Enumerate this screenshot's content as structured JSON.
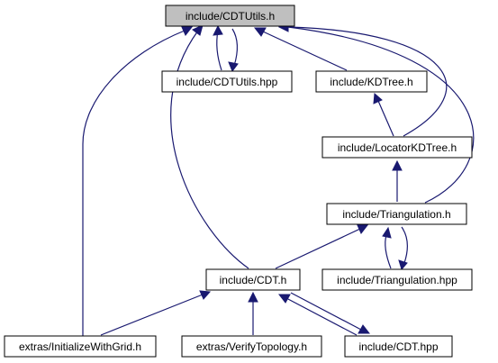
{
  "diagram": {
    "nodes": [
      {
        "id": "cdtutils_h",
        "label": "include/CDTUtils.h",
        "highlighted": true
      },
      {
        "id": "cdtutils_hpp",
        "label": "include/CDTUtils.hpp",
        "highlighted": false
      },
      {
        "id": "kdtree_h",
        "label": "include/KDTree.h",
        "highlighted": false
      },
      {
        "id": "locatorkdtree_h",
        "label": "include/LocatorKDTree.h",
        "highlighted": false
      },
      {
        "id": "triangulation_h",
        "label": "include/Triangulation.h",
        "highlighted": false
      },
      {
        "id": "cdt_h",
        "label": "include/CDT.h",
        "highlighted": false
      },
      {
        "id": "triangulation_hpp",
        "label": "include/Triangulation.hpp",
        "highlighted": false
      },
      {
        "id": "initializewithgrid_h",
        "label": "extras/InitializeWithGrid.h",
        "highlighted": false
      },
      {
        "id": "verifytopology_h",
        "label": "extras/VerifyTopology.h",
        "highlighted": false
      },
      {
        "id": "cdt_hpp",
        "label": "include/CDT.hpp",
        "highlighted": false
      }
    ],
    "edges": [
      {
        "from": "cdtutils_hpp",
        "to": "cdtutils_h"
      },
      {
        "from": "cdtutils_h",
        "to": "cdtutils_hpp"
      },
      {
        "from": "kdtree_h",
        "to": "cdtutils_h"
      },
      {
        "from": "locatorkdtree_h",
        "to": "cdtutils_h"
      },
      {
        "from": "triangulation_h",
        "to": "cdtutils_h"
      },
      {
        "from": "cdt_h",
        "to": "cdtutils_h"
      },
      {
        "from": "initializewithgrid_h",
        "to": "cdtutils_h"
      },
      {
        "from": "locatorkdtree_h",
        "to": "kdtree_h"
      },
      {
        "from": "triangulation_h",
        "to": "locatorkdtree_h"
      },
      {
        "from": "cdt_h",
        "to": "triangulation_h"
      },
      {
        "from": "triangulation_hpp",
        "to": "triangulation_h"
      },
      {
        "from": "triangulation_h",
        "to": "triangulation_hpp"
      },
      {
        "from": "initializewithgrid_h",
        "to": "cdt_h"
      },
      {
        "from": "verifytopology_h",
        "to": "cdt_h"
      },
      {
        "from": "cdt_hpp",
        "to": "cdt_h"
      },
      {
        "from": "cdt_h",
        "to": "cdt_hpp"
      }
    ],
    "colors": {
      "edge": "#191970",
      "node_fill": "#ffffff",
      "highlight_fill": "#bfbfbf",
      "border": "#000000"
    }
  }
}
